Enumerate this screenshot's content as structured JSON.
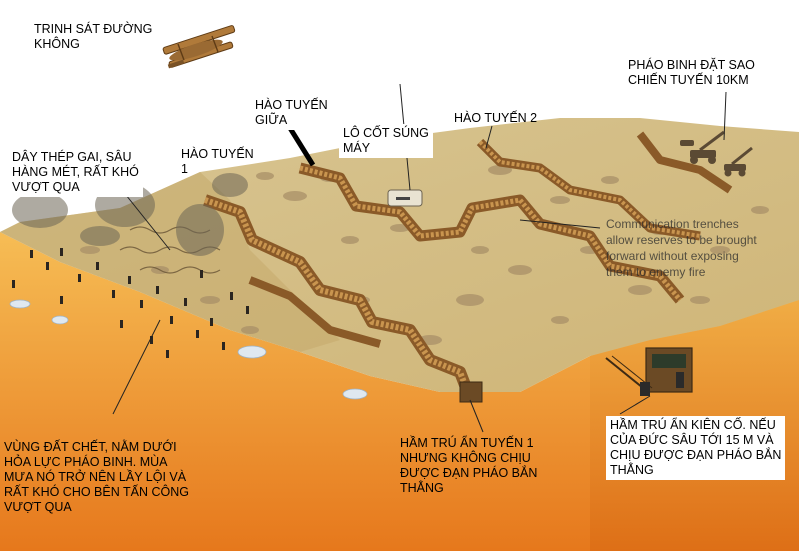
{
  "labels": {
    "air_recon": "TRINH SÁT ĐƯỜNG\nKHÔNG",
    "artillery": "PHÁO BINH ĐẶT SAO\nCHIẾN TUYẾN 10KM",
    "middle_trench": "HÀO TUYẾN\nGIỮA",
    "machine_gun": "LÔ CỐT SÚNG\nMÁY",
    "trench_2": "HÀO TUYẾN 2",
    "barbed_wire": "DÂY THÉP GAI, SÂU\nHÀNG MÉT, RẤT KHÓ\nVƯỢT QUA",
    "trench_1": "HÀO TUYẾN\n1",
    "no_mans_land": "VÙNG ĐẤT CHẾT, NẰM DƯỚI\nHỎA LỰC PHÁO BINH. MÙA\nMƯA NÓ TRỞ NÊN LẦY LỘI VÀ\nRẤT KHÓ CHO BÊN TẤN CÔNG\nVƯỢT QUA",
    "dugout_1": "HẦM TRÚ ẨN TUYẾN 1\nNHƯNG KHÔNG CHỊU\nĐƯỢC ĐẠN PHÁO BẮN\nTHẲNG",
    "deep_dugout": "HẦM  TRÚ ẨN KIÊN CỐ. NẾU\nCỦA ĐỨC SÂU TỚI 15 M VÀ\nCHỊU ĐƯỢC ĐẠN PHÁO BẮN\nTHẲNG",
    "communication_note": "Communication trenches\nallow reserves to be brought\nforward without exposing\nthem to enemy fire"
  },
  "colors": {
    "ground_top": "#dcc58a",
    "cross_section_light": "#f4b244",
    "cross_section_dark": "#e77f1e",
    "trench_wall": "#b07a3a",
    "sky": "#ffffff"
  }
}
